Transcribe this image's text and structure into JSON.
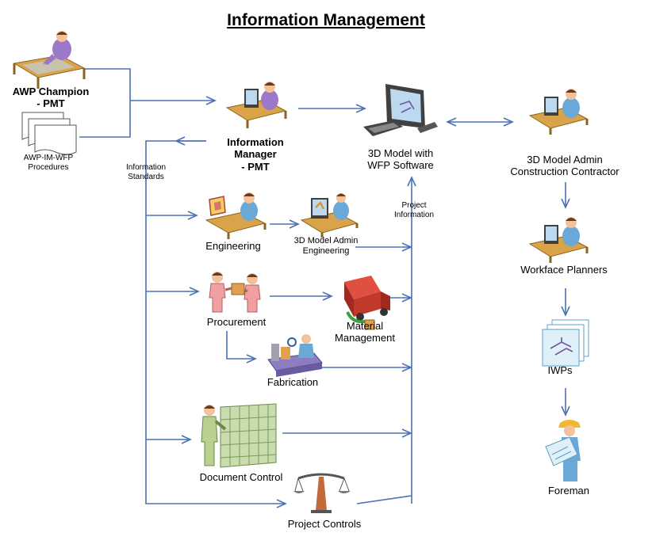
{
  "diagram": {
    "title": "Information Management",
    "colors": {
      "connector": "#4a72b4",
      "person_blue": "#6aa8d8",
      "person_purple": "#9b78c8",
      "skin": "#f3c29b",
      "hair": "#6b3b1e",
      "desk": "#d9a34a",
      "monitor": "#404040",
      "screen": "#bcd9ef",
      "paper": "#ffffff",
      "truck": "#c0392b",
      "cabinet": "#c9dcae",
      "scale": "#c36a3d",
      "hardhat": "#f0b830"
    },
    "nodes": {
      "awp_champion": {
        "label": "AWP Champion\n- PMT",
        "icon": "person-at-desk-icon"
      },
      "procedures": {
        "label": "AWP-IM-WFP\nProcedures",
        "icon": "documents-stack-icon"
      },
      "info_manager": {
        "label": "Information\nManager\n- PMT",
        "icon": "person-at-computer-icon"
      },
      "model_3d": {
        "label": "3D Model with\nWFP Software",
        "icon": "computer-workstation-icon"
      },
      "model_admin_cc": {
        "label": "3D Model Admin\nConstruction Contractor",
        "icon": "person-at-computer-icon"
      },
      "engineering": {
        "label": "Engineering",
        "icon": "engineer-at-desk-icon"
      },
      "model_admin_eng": {
        "label": "3D Model Admin\nEngineering",
        "icon": "person-at-computer-icon"
      },
      "procurement": {
        "label": "Procurement",
        "icon": "people-exchanging-package-icon"
      },
      "material_mgmt": {
        "label": "Material\nManagement",
        "icon": "delivery-truck-icon"
      },
      "fabrication": {
        "label": "Fabrication",
        "icon": "fabrication-worker-icon"
      },
      "document_control": {
        "label": "Document Control",
        "icon": "filing-cabinet-icon"
      },
      "project_controls": {
        "label": "Project Controls",
        "icon": "balance-scale-icon"
      },
      "workface_planners": {
        "label": "Workface Planners",
        "icon": "person-at-computer-icon"
      },
      "iwps": {
        "label": "IWPs",
        "icon": "drawing-sheets-icon"
      },
      "foreman": {
        "label": "Foreman",
        "icon": "foreman-with-blueprint-icon"
      }
    },
    "edge_labels": {
      "information_standards": "Information\nStandards",
      "project_information": "Project\nInformation"
    }
  }
}
